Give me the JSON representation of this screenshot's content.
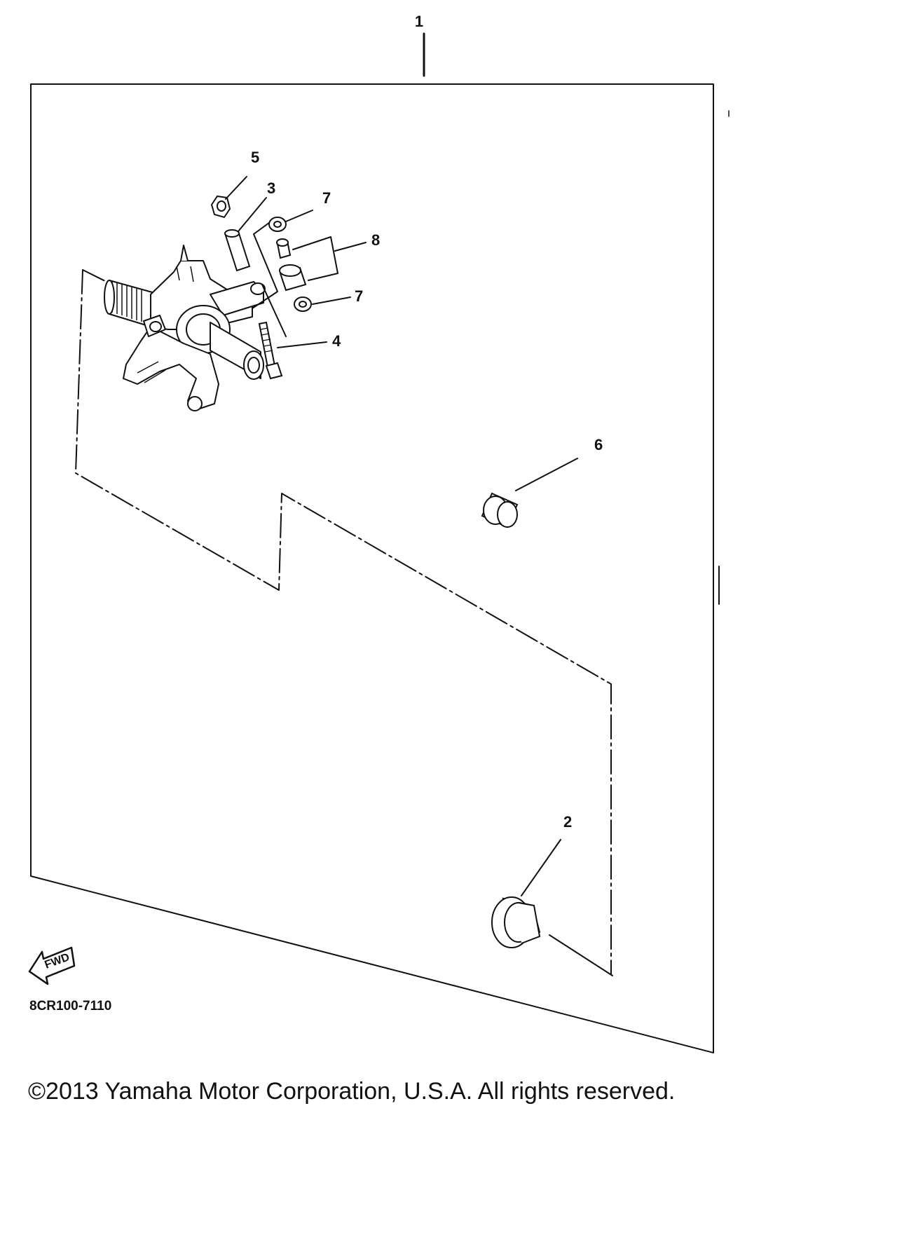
{
  "diagram": {
    "callouts": {
      "c1": "1",
      "c2": "2",
      "c3": "3",
      "c4": "4",
      "c5": "5",
      "c6": "6",
      "c7a": "7",
      "c7b": "7",
      "c8": "8"
    },
    "fwd_label": "FWD",
    "drawing_code": "8CR100-7110"
  },
  "copyright": "©2013 Yamaha Motor Corporation, U.S.A. All rights reserved."
}
